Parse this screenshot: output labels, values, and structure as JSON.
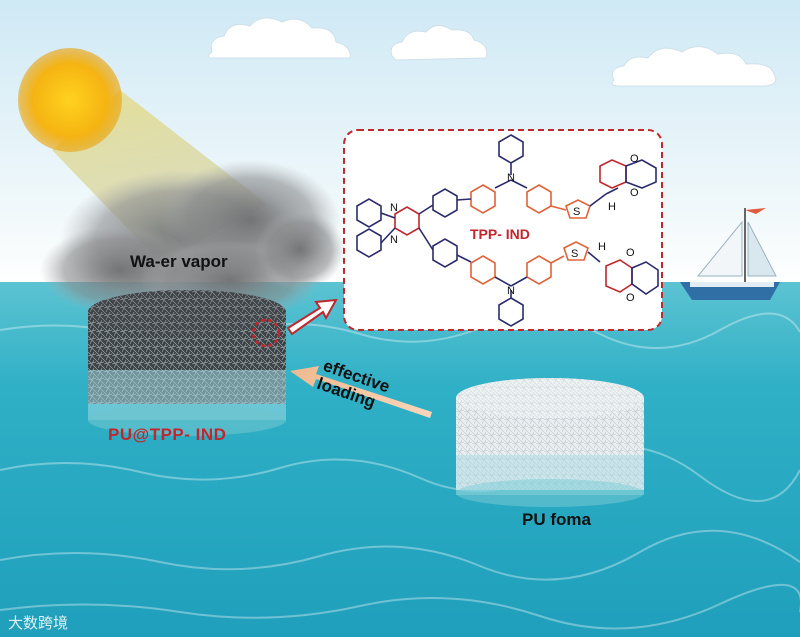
{
  "labels": {
    "vapor": "Wa-er vapor",
    "product": "PU@TPP-  IND",
    "molecule": "TPP-  IND",
    "loading_line1": "effective",
    "loading_line2": "loading",
    "foam": "PU foma"
  },
  "watermark": "大数跨境",
  "icons": [
    "sun-icon",
    "cloud-icon",
    "sailboat-icon",
    "arrow-icon"
  ],
  "colors": {
    "sky_top": "#d7eef8",
    "sea": "#2db3c9",
    "accent_red": "#c0272d",
    "arrow_fill": "#f5caa8",
    "bond_orange": "#e0633a",
    "bond_navy": "#2b2b6b"
  }
}
